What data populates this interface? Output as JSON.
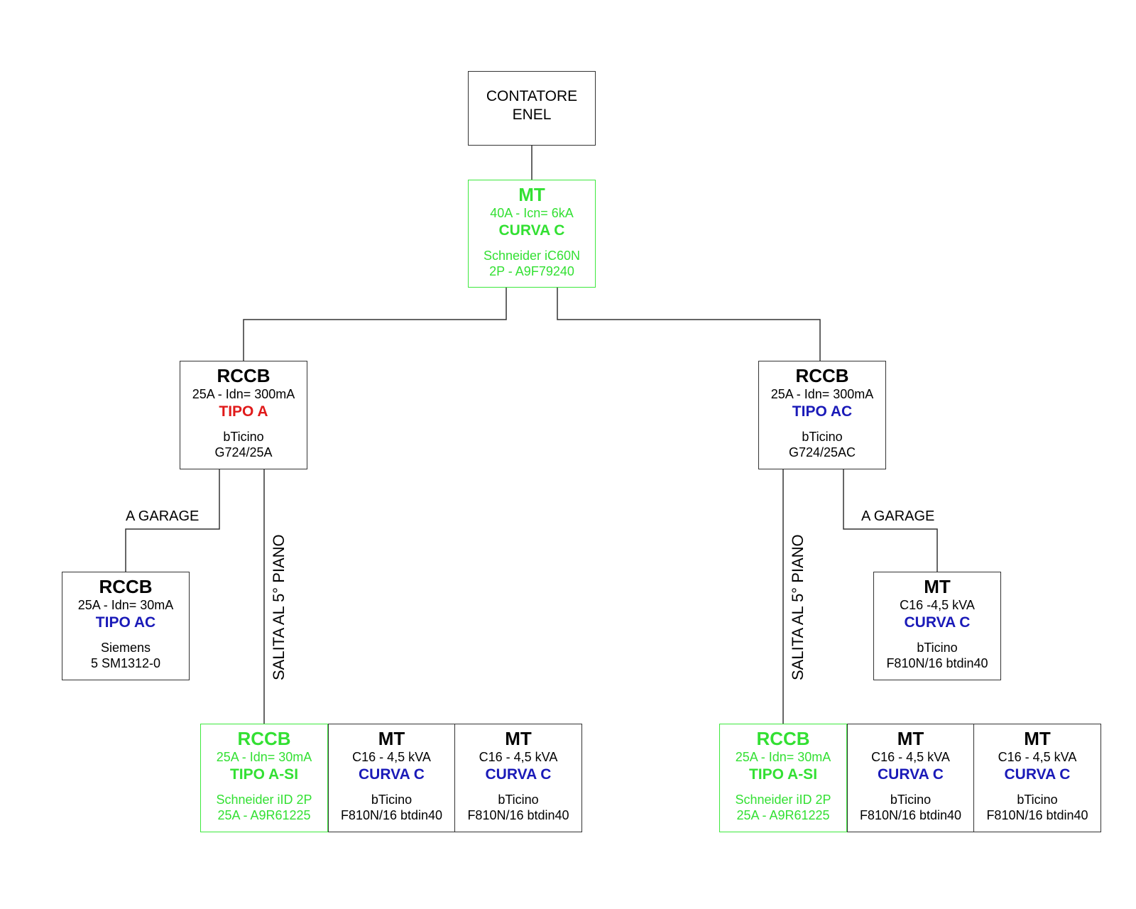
{
  "nodes": {
    "meter": {
      "line1": "CONTATORE",
      "line2": "ENEL"
    },
    "main": {
      "title": "MT",
      "rating": "40A - Icn= 6kA",
      "class": "CURVA C",
      "model1": "Schneider iC60N",
      "model2": "2P - A9F79240"
    },
    "rccb_left": {
      "title": "RCCB",
      "rating": "25A - Idn= 300mA",
      "class": "TIPO A",
      "model1": "bTicino",
      "model2": "G724/25A"
    },
    "rccb_right": {
      "title": "RCCB",
      "rating": "25A - Idn= 300mA",
      "class": "TIPO AC",
      "model1": "bTicino",
      "model2": "G724/25AC"
    },
    "garage_left": {
      "title": "RCCB",
      "rating": "25A - Idn= 30mA",
      "class": "TIPO AC",
      "model1": "Siemens",
      "model2": "5 SM1312-0"
    },
    "garage_right": {
      "title": "MT",
      "rating": "C16 -4,5 kVA",
      "class": "CURVA C",
      "model1": "bTicino",
      "model2": "F810N/16 btdin40"
    },
    "floor_left_rccb": {
      "title": "RCCB",
      "rating": "25A - Idn= 30mA",
      "class": "TIPO A-SI",
      "model1": "Schneider iID 2P",
      "model2": "25A - A9R61225"
    },
    "floor_left_mt1": {
      "title": "MT",
      "rating": "C16 - 4,5 kVA",
      "class": "CURVA C",
      "model1": "bTicino",
      "model2": "F810N/16 btdin40"
    },
    "floor_left_mt2": {
      "title": "MT",
      "rating": "C16 - 4,5 kVA",
      "class": "CURVA C",
      "model1": "bTicino",
      "model2": "F810N/16 btdin40"
    },
    "floor_right_rccb": {
      "title": "RCCB",
      "rating": "25A - Idn= 30mA",
      "class": "TIPO A-SI",
      "model1": "Schneider iID 2P",
      "model2": "25A - A9R61225"
    },
    "floor_right_mt1": {
      "title": "MT",
      "rating": "C16 - 4,5 kVA",
      "class": "CURVA C",
      "model1": "bTicino",
      "model2": "F810N/16 btdin40"
    },
    "floor_right_mt2": {
      "title": "MT",
      "rating": "C16 - 4,5 kVA",
      "class": "CURVA C",
      "model1": "bTicino",
      "model2": "F810N/16 btdin40"
    }
  },
  "labels": {
    "garage_left": "A GARAGE",
    "garage_right": "A GARAGE",
    "riser_left": "SALITA AL 5° PIANO",
    "riser_right": "SALITA AL 5° PIANO"
  },
  "colors": {
    "green": "#33e033",
    "blue": "#1a1ab8",
    "red": "#e01a1a",
    "line": "#333333"
  }
}
